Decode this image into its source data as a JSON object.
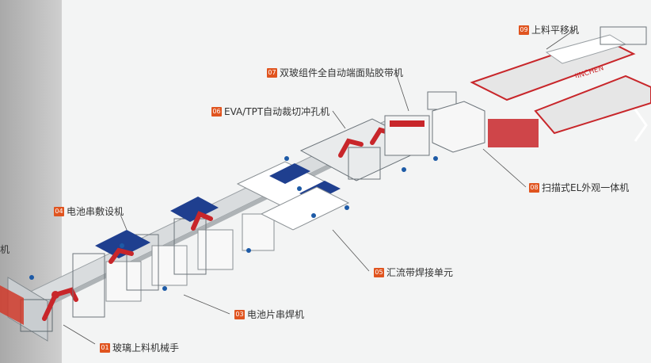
{
  "brand": {
    "logo_text": "JINCHEN"
  },
  "colors": {
    "accent": "#e0541f",
    "machine_red": "#c8262a",
    "panel_blue": "#1f3f8f",
    "worker_blue": "#1d5aa6"
  },
  "labels": [
    {
      "num": "01",
      "text": "玻璃上料机械手"
    },
    {
      "num": "03",
      "text": "电池片串焊机"
    },
    {
      "num": "04",
      "text": "电池串敷设机"
    },
    {
      "num": "05",
      "text": "汇流带焊接单元"
    },
    {
      "num": "06",
      "text": "EVA/TPT自动裁切冲孔机"
    },
    {
      "num": "07",
      "text": "双玻组件全自动端面贴胶带机"
    },
    {
      "num": "08",
      "text": "扫描式EL外观一体机"
    },
    {
      "num": "09",
      "text": "上料平移机"
    }
  ],
  "edge_fragment": "机"
}
